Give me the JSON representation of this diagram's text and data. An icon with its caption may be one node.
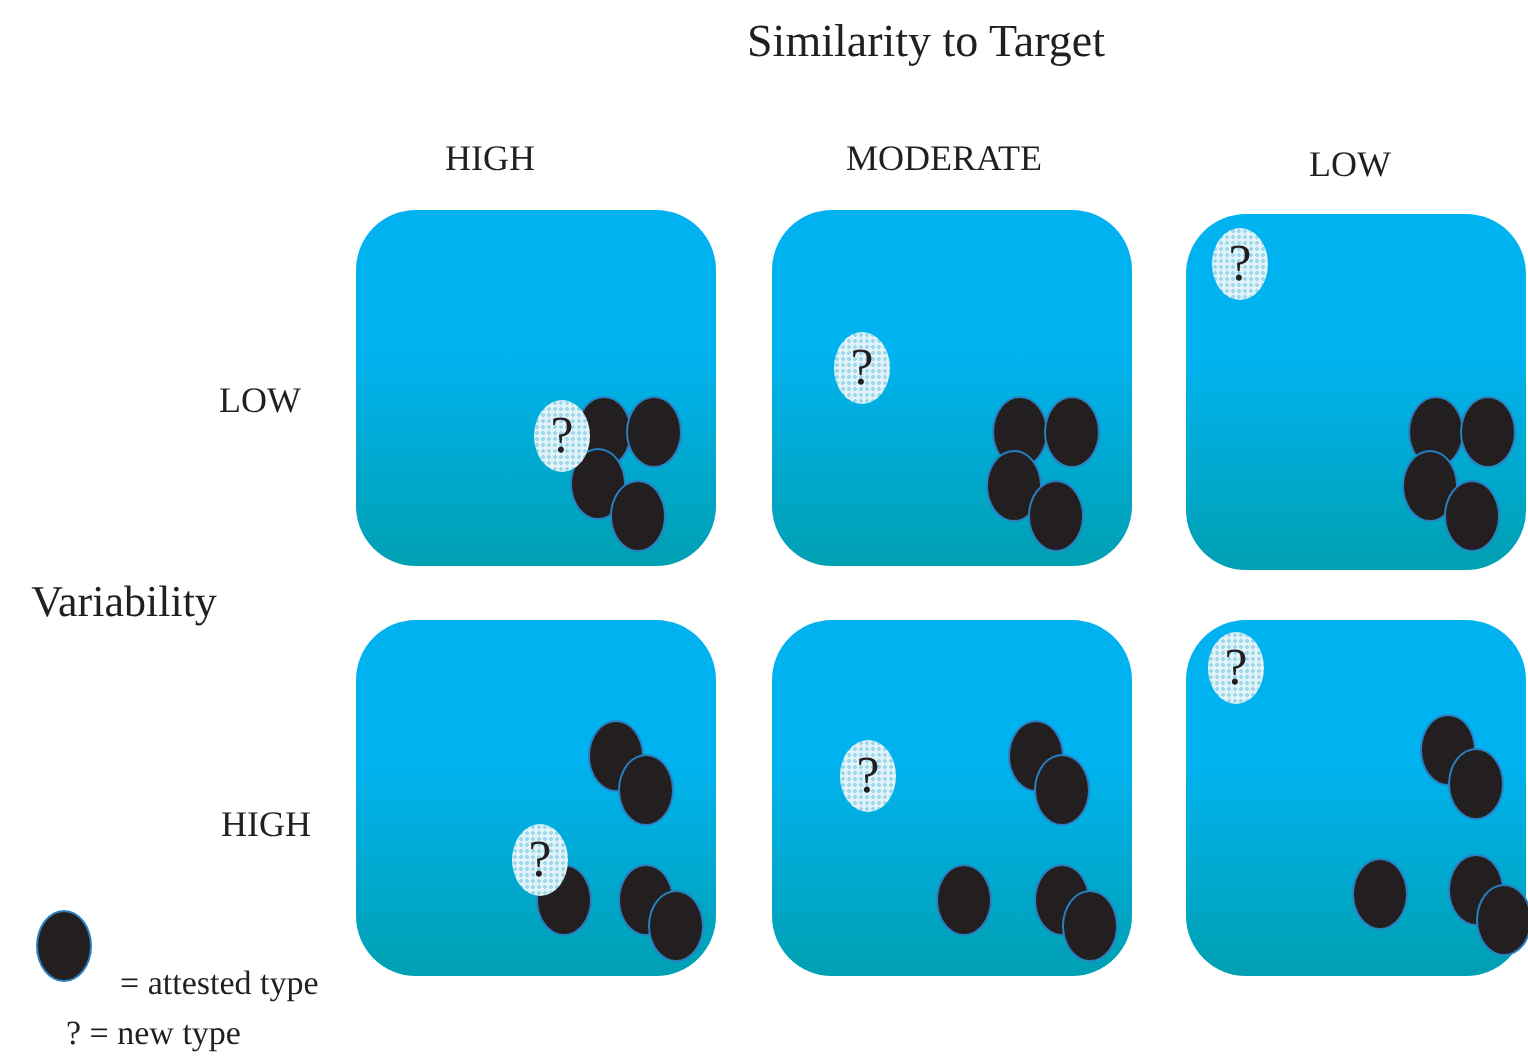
{
  "diagram": {
    "title": "Similarity to Target",
    "nodes": [
      {
        "text": [],
        "shape": "box"
      },
      {
        "text": [
          "?"
        ],
        "in": 0
      },
      {
        "text": [],
        "shape": "ellipse",
        "in": 0
      },
      {
        "text": [],
        "shape": "ellipse",
        "in": 0
      },
      {
        "text": [],
        "shape": "ellipse",
        "in": 0
      },
      {
        "text": [],
        "shape": "ellipse",
        "in": 0
      },
      {
        "text": [],
        "shape": "box"
      },
      {
        "text": [
          "?"
        ],
        "in": 6
      },
      {
        "text": [],
        "shape": "ellipse",
        "in": 6
      },
      {
        "text": [],
        "shape": "ellipse",
        "in": 6
      },
      {
        "text": [],
        "shape": "ellipse",
        "in": 6
      },
      {
        "text": [],
        "shape": "ellipse",
        "in": 6
      },
      {
        "text": [],
        "shape": "box"
      },
      {
        "text": [
          "?"
        ],
        "in": 12
      },
      {
        "text": [],
        "shape": "ellipse",
        "in": 12
      },
      {
        "text": [],
        "shape": "ellipse",
        "in": 12
      },
      {
        "text": [],
        "shape": "ellipse",
        "in": 12
      },
      {
        "text": [],
        "shape": "ellipse",
        "in": 12
      },
      {
        "text": [],
        "shape": "box"
      },
      {
        "text": [],
        "shape": "ellipse",
        "in": 18
      },
      {
        "text": [],
        "shape": "ellipse",
        "in": 18
      },
      {
        "text": [
          "?"
        ],
        "in": 18
      },
      {
        "text": [],
        "shape": "ellipse",
        "in": 18
      },
      {
        "text": [],
        "shape": "ellipse",
        "in": 18
      },
      {
        "text": [],
        "shape": "ellipse",
        "in": 18
      },
      {
        "text": [],
        "shape": "box"
      },
      {
        "text": [],
        "shape": "ellipse",
        "in": 25
      },
      {
        "text": [
          "?"
        ],
        "in": 25
      },
      {
        "text": [],
        "shape": "ellipse",
        "in": 25
      },
      {
        "text": [],
        "shape": "ellipse",
        "in": 25
      },
      {
        "text": [],
        "shape": "ellipse",
        "in": 25
      },
      {
        "text": [],
        "shape": "ellipse",
        "in": 25
      },
      {
        "text": [],
        "shape": "box"
      },
      {
        "text": [
          "?"
        ],
        "in": 32
      },
      {
        "text": [],
        "shape": "ellipse",
        "in": 32
      },
      {
        "text": [],
        "shape": "ellipse",
        "in": 32
      },
      {
        "text": [],
        "shape": "ellipse",
        "in": 32
      },
      {
        "text": [],
        "shape": "ellipse",
        "in": 32
      },
      {
        "text": [],
        "shape": "ellipse",
        "in": 32
      }
    ],
    "labels": [
      "HIGH",
      "MODERATE",
      "LOW",
      "LOW",
      "Variability",
      "HIGH"
    ],
    "legend": [
      {
        "text": "= attested type"
      },
      {
        "text": "? = new type"
      }
    ]
  }
}
